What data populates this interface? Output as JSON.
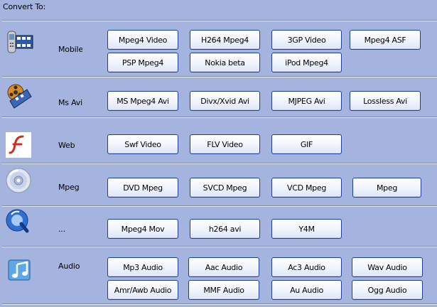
{
  "header": {
    "title": "Convert To:"
  },
  "categories": [
    {
      "key": "mobile",
      "label": "Mobile",
      "icon": "mobile-phone-icon",
      "buttons": [
        "Mpeg4 Video",
        "H264 Mpeg4",
        "3GP Video",
        "Mpeg4 ASF",
        "PSP Mpeg4",
        "Nokia beta",
        "iPod Mpeg4"
      ]
    },
    {
      "key": "ms-avi",
      "label": "Ms Avi",
      "icon": "film-reel-icon",
      "buttons": [
        "MS Mpeg4 Avi",
        "Divx/Xvid Avi",
        "MJPEG Avi",
        "Lossless Avi"
      ]
    },
    {
      "key": "web",
      "label": "Web",
      "icon": "flash-icon",
      "buttons": [
        "Swf Video",
        "FLV Video",
        "GIF"
      ]
    },
    {
      "key": "mpeg",
      "label": "Mpeg",
      "icon": "disc-icon",
      "buttons": [
        "DVD Mpeg",
        "SVCD Mpeg",
        "VCD Mpeg",
        "Mpeg"
      ]
    },
    {
      "key": "quicktime",
      "label": "...",
      "icon": "quicktime-icon",
      "buttons": [
        "Mpeg4 Mov",
        "h264 avi",
        "Y4M"
      ]
    },
    {
      "key": "audio",
      "label": "Audio",
      "icon": "music-note-icon",
      "buttons": [
        "Mp3 Audio",
        "Aac Audio",
        "Ac3 Audio",
        "Wav Audio",
        "Amr/Awb Audio",
        "MMF Audio",
        "Au  Audio",
        "Ogg  Audio"
      ]
    }
  ],
  "colors": {
    "background": "#a5b3df",
    "button_border": "#1d3f8f"
  }
}
